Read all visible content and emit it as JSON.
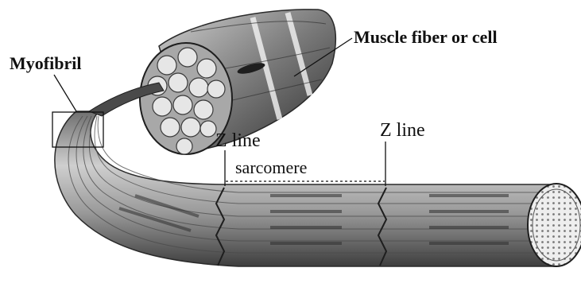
{
  "diagram": {
    "labels": {
      "muscle_fiber": "Muscle fiber or cell",
      "myofibril": "Myofibril",
      "z_line_left": "Z line",
      "z_line_right": "Z line",
      "sarcomere": "sarcomere"
    },
    "colors": {
      "ink": "#111111",
      "shade_dark": "#3a3a3a",
      "shade_mid": "#8c8c8c",
      "shade_light": "#d6d6d6",
      "background": "#ffffff"
    }
  }
}
